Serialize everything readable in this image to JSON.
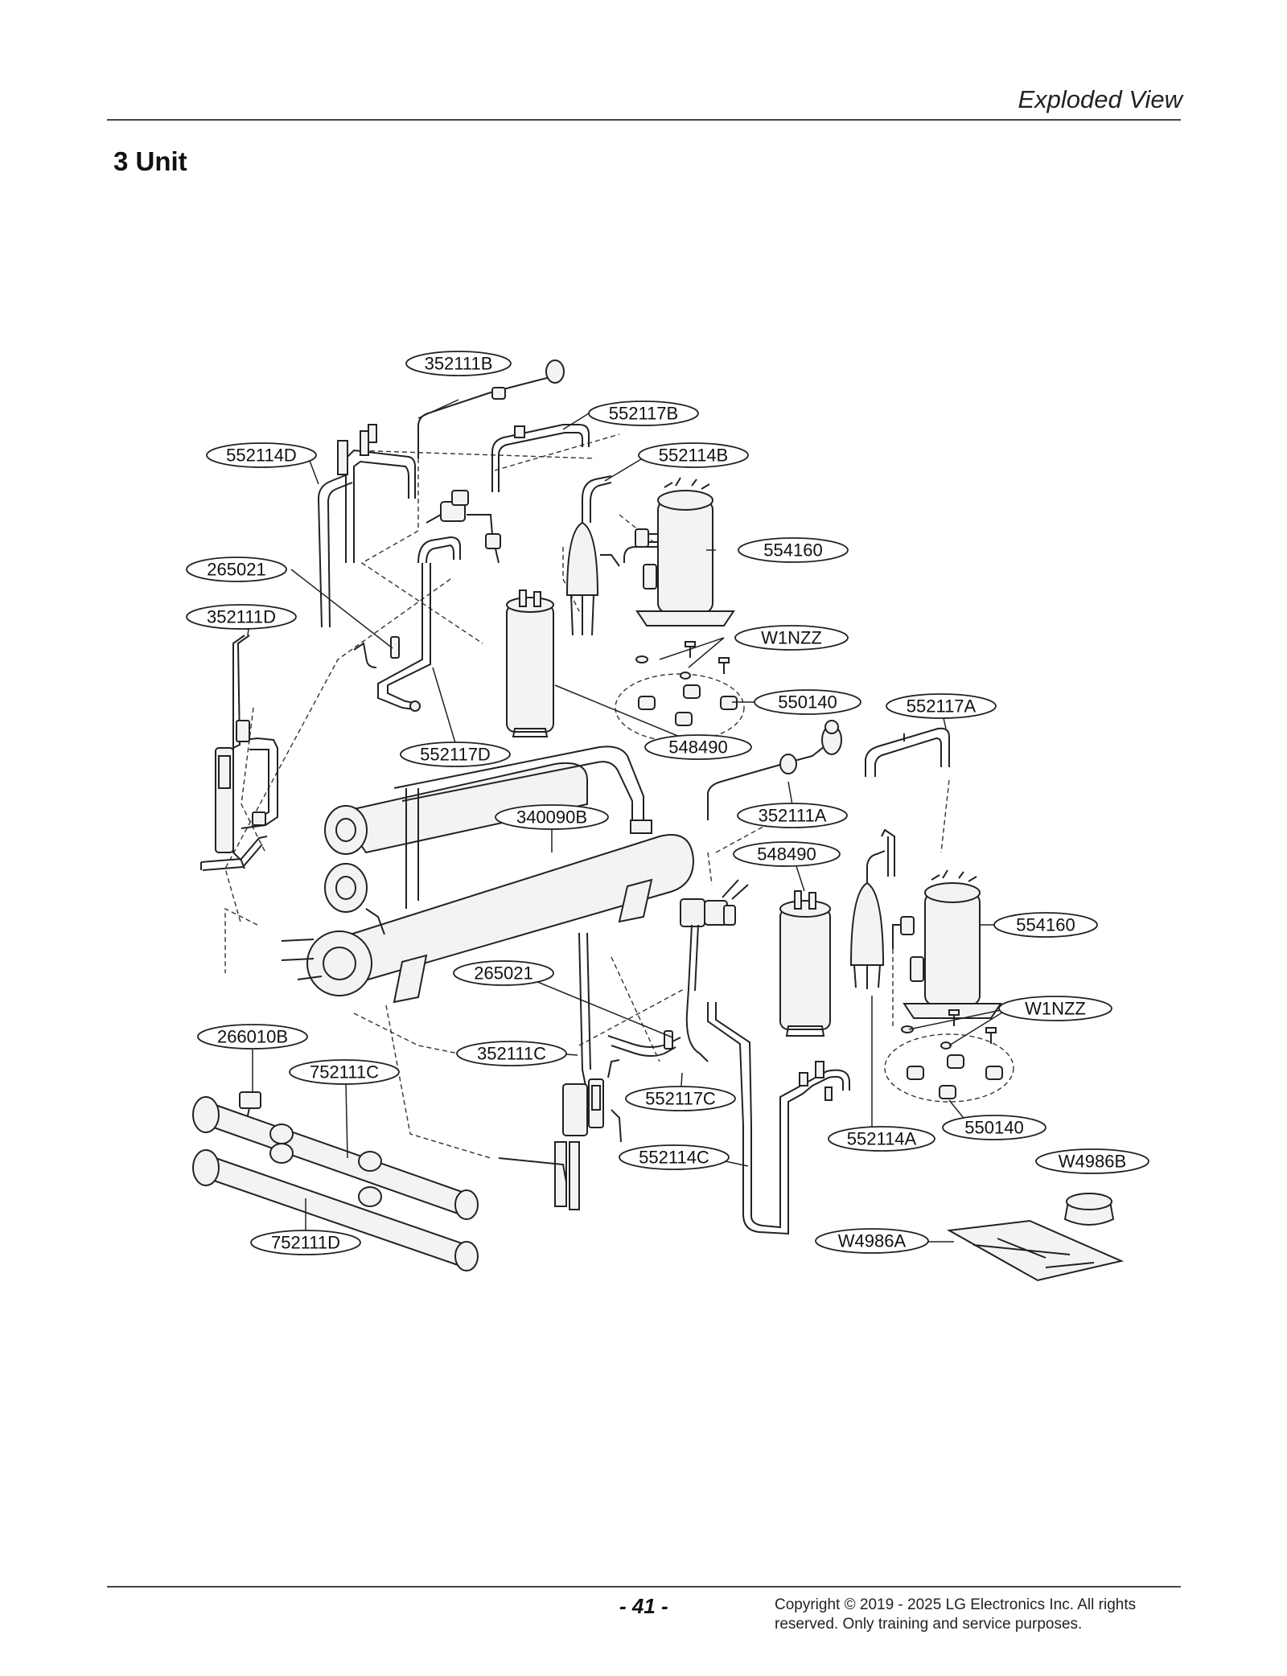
{
  "header": {
    "title": "Exploded View"
  },
  "section": {
    "title": "3 Unit"
  },
  "callouts": [
    {
      "id": "c1",
      "text": "352111B"
    },
    {
      "id": "c2",
      "text": "552117B"
    },
    {
      "id": "c3",
      "text": "552114D"
    },
    {
      "id": "c4",
      "text": "552114B"
    },
    {
      "id": "c5",
      "text": "554160"
    },
    {
      "id": "c6",
      "text": "265021"
    },
    {
      "id": "c7",
      "text": "352111D"
    },
    {
      "id": "c8",
      "text": "W1NZZ"
    },
    {
      "id": "c9",
      "text": "550140"
    },
    {
      "id": "c10",
      "text": "552117A"
    },
    {
      "id": "c11",
      "text": "548490"
    },
    {
      "id": "c12",
      "text": "552117D"
    },
    {
      "id": "c13",
      "text": "340090B"
    },
    {
      "id": "c14",
      "text": "352111A"
    },
    {
      "id": "c15",
      "text": "548490"
    },
    {
      "id": "c16",
      "text": "554160"
    },
    {
      "id": "c17",
      "text": "265021"
    },
    {
      "id": "c18",
      "text": "W1NZZ"
    },
    {
      "id": "c19",
      "text": "266010B"
    },
    {
      "id": "c20",
      "text": "352111C"
    },
    {
      "id": "c21",
      "text": "752111C"
    },
    {
      "id": "c22",
      "text": "552117C"
    },
    {
      "id": "c23",
      "text": "552114A"
    },
    {
      "id": "c24",
      "text": "550140"
    },
    {
      "id": "c25",
      "text": "552114C"
    },
    {
      "id": "c26",
      "text": "W4986B"
    },
    {
      "id": "c27",
      "text": "752111D"
    },
    {
      "id": "c28",
      "text": "W4986A"
    }
  ],
  "footer": {
    "page_number": "- 41 -",
    "copyright_line1": "Copyright © 2019 - 2025 LG Electronics Inc. All rights",
    "copyright_line2": "reserved. Only training and service purposes."
  }
}
